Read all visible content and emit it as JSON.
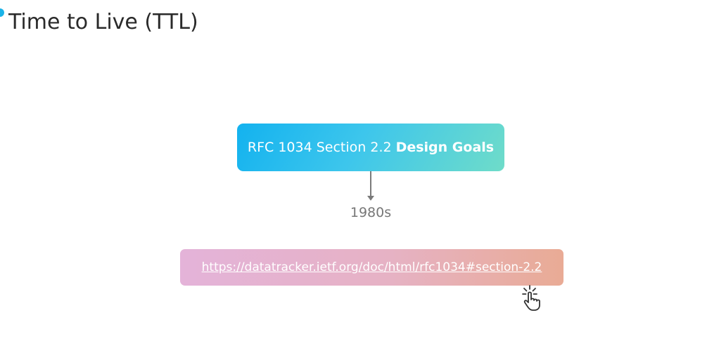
{
  "header": {
    "title": "Time to Live (TTL)"
  },
  "timeline": {
    "node": {
      "prefix": "RFC 1034 Section 2.2",
      "emphasis": "Design Goals"
    },
    "era": "1980s",
    "link": {
      "text": "https://datatracker.ietf.org/doc/html/rfc1034#section-2.2"
    }
  },
  "colors": {
    "accent_dot": "#1ab3e8",
    "node_gradient": [
      "#13b2ef",
      "#6fdcc9"
    ],
    "link_gradient": [
      "#e4b3d9",
      "#e9ab95"
    ],
    "connector": "#7a7a7a"
  },
  "icons": {
    "cursor": "hand-pointer-click-icon"
  }
}
